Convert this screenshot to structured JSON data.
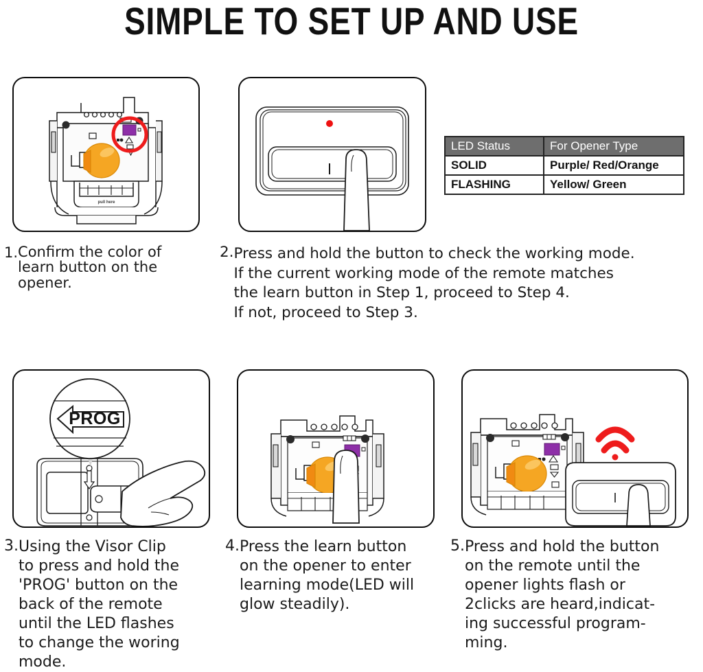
{
  "title": "SIMPLE TO SET UP AND USE",
  "led_table": {
    "headers": [
      "LED Status",
      "For Opener Type"
    ],
    "rows": [
      [
        "SOLID",
        "Purple/ Red/Orange"
      ],
      [
        "FLASHING",
        "Yellow/ Green"
      ]
    ]
  },
  "colors": {
    "learn_button_purple": "#8e2fa8",
    "highlight_circle_red": "#ee1c1c",
    "led_red": "#ee1111",
    "signal_red": "#ee1c1c",
    "bulb_orange": "#f5a623",
    "bulb_orange_dark": "#f08a12",
    "table_header_gray": "#6e6e6e",
    "outline_black": "#0b0b0b",
    "panel_shade_gray": "#9b9b9b"
  },
  "panels": {
    "panel1": {
      "label": "garage-door-opener-with-learn-button-highlighted",
      "bulb_label": "light-bulb",
      "pull_here_label": "pull here"
    },
    "panel2": {
      "label": "remote-with-finger-pressing-button",
      "led_label": "status-led"
    },
    "panel3": {
      "label": "visor-clip-pressing-prog-button",
      "magnifier_text": "PROG"
    },
    "panel4": {
      "label": "finger-pressing-learn-button-on-opener"
    },
    "panel5": {
      "label": "remote-transmitting-signal-to-opener"
    }
  },
  "captions": {
    "step1": {
      "number": "1.",
      "lines": [
        "Confirm the color of",
        "learn button on the",
        "opener."
      ]
    },
    "step2": {
      "number": "2.",
      "lines": [
        "Press and hold the button to check the working mode.",
        "If the current working mode of the remote matches",
        "the learn button in Step 1, proceed to Step 4.",
        "If not, proceed to Step 3."
      ]
    },
    "step3": {
      "number": "3.",
      "lines": [
        "Using the Visor Clip",
        "to press and hold the",
        "'PROG' button on the",
        "back of the remote",
        "until the LED flashes",
        "to change the woring",
        "mode."
      ]
    },
    "step4": {
      "number": "4.",
      "lines": [
        "Press the learn button",
        "on the opener to enter",
        "learning mode(LED will",
        "glow steadily)."
      ]
    },
    "step5": {
      "number": "5.",
      "lines": [
        "Press and hold the button",
        "on the remote until the",
        "opener lights flash or",
        "2clicks are heard,indicat-",
        "ing successful program-",
        "ming."
      ]
    }
  }
}
